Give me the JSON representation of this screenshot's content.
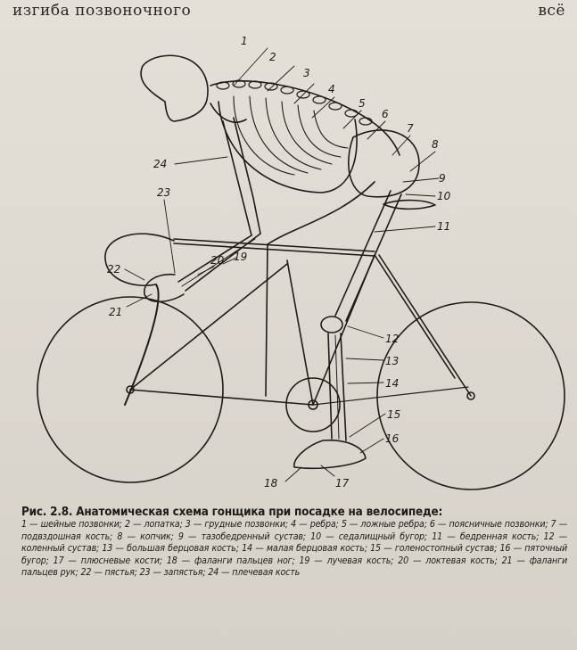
{
  "page": {
    "top_text_left": "изгиба позвоночного",
    "top_text_right": "всё"
  },
  "figure": {
    "labels": [
      "1",
      "2",
      "3",
      "4",
      "5",
      "6",
      "7",
      "8",
      "9",
      "10",
      "11",
      "12",
      "13",
      "14",
      "15",
      "16",
      "17",
      "18",
      "19",
      "20",
      "21",
      "22",
      "23",
      "24"
    ]
  },
  "caption": {
    "title": "Рис. 2.8. Анатомическая схема гонщика при посадке на велосипеде:",
    "body": "1 — шейные позвонки; 2 — лопатка; 3 — грудные позвонки; 4 — ребра; 5 — ложные ребра; 6 — поясничные позвонки; 7 — подвздошная кость; 8 — копчик; 9 — тазобедренный сустав; 10 — седалищный бугор; 11 — бедренная кость; 12 — коленный сустав; 13 — большая берцовая кость; 14 — малая берцовая кость; 15 — голеностопный сустав; 16 — пяточный бугор; 17 — плюсневые кости; 18 — фаланги пальцев ног; 19 — лучевая кость; 20 — локтевая кость; 21 — фаланги пальцев рук; 22 — пястья; 23 — запястья; 24 — плечевая кость"
  },
  "colors": {
    "ink": "#1e1b18",
    "paper": "#e0dbd2"
  }
}
